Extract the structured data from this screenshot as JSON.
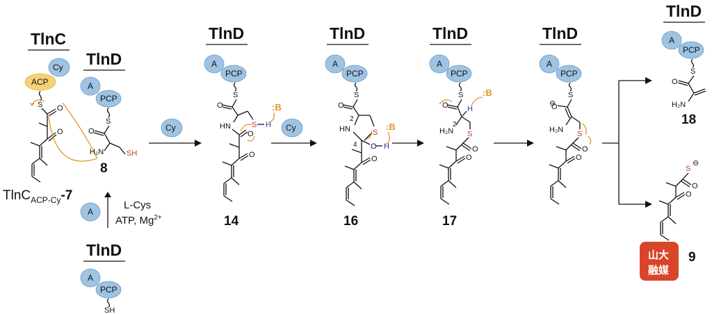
{
  "enzymes": {
    "tlnc": "TlnC",
    "tlnd": "TlnD",
    "a_domain": "A",
    "pcp_domain": "PCP",
    "acp_domain": "ACP",
    "cy_domain": "Cy"
  },
  "compounds": {
    "c7_prefix": "TlnC",
    "c7_sub": "ACP-Cy",
    "c7_suffix": "-7",
    "c8": "8",
    "c14": "14",
    "c16": "16",
    "c17": "17",
    "c18": "18",
    "c9": "9"
  },
  "loading": {
    "substrate": "L-Cys",
    "cofactors": "ATP, Mg",
    "cofactor_charge": "2+"
  },
  "atoms": {
    "sulfur": "S",
    "thiol": "SH",
    "oxygen": "O",
    "hydrogen": "H",
    "nitrogen_h": "HN",
    "amine": "H₂N",
    "amine_n": "N",
    "base": ":B",
    "minus": "⊖",
    "pos2": "2",
    "pos4": "4"
  },
  "watermark": {
    "line1": "山大",
    "line2": "融媒"
  },
  "colors": {
    "domain_blue": "#9fc3e2",
    "acp_yellow": "#f6d277",
    "curly_arrow": "#e0962a",
    "sulfur_red": "#c0392b",
    "hydrogen_blue": "#2c3e91",
    "logo_red": "#d8452a"
  }
}
